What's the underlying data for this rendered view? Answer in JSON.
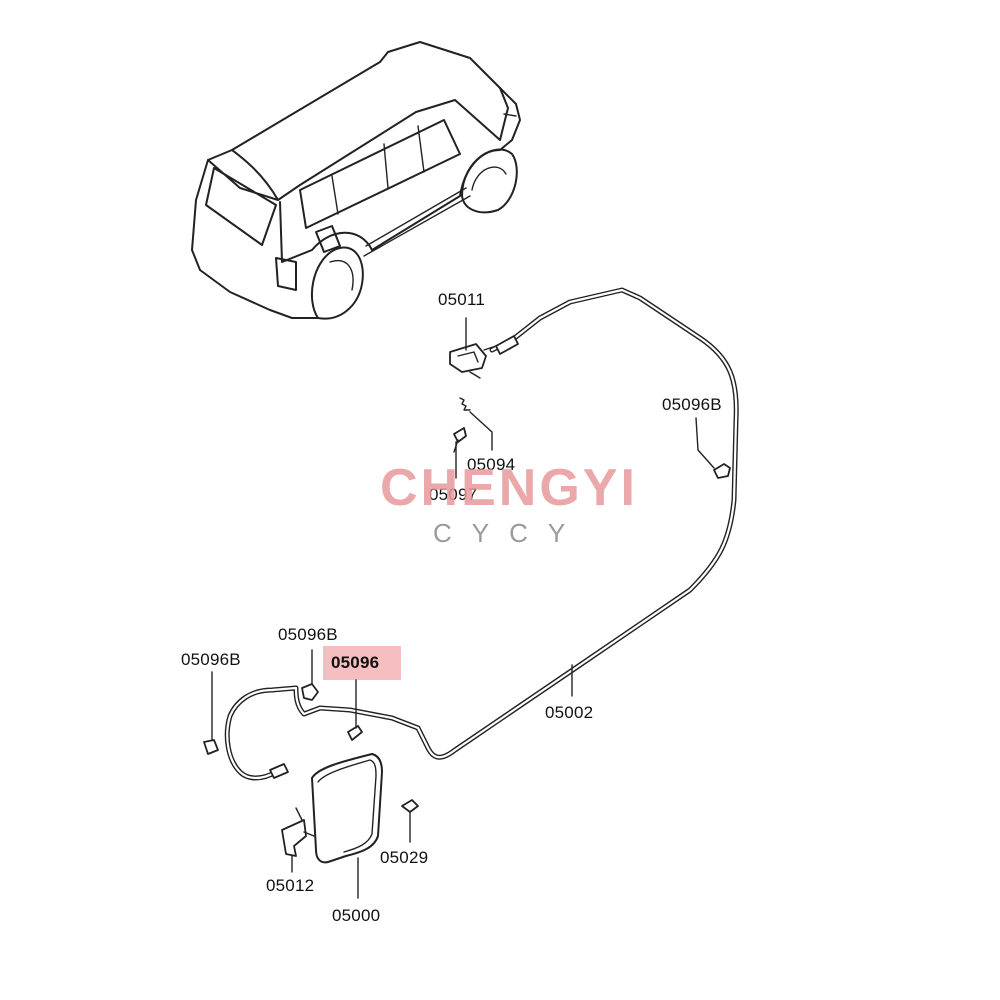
{
  "diagram": {
    "labels": {
      "p05011": "05011",
      "p05094": "05094",
      "p05097": "05097",
      "p05096B_right": "05096B",
      "p05096B_top": "05096B",
      "p05096B_left": "05096B",
      "p05096": "05096",
      "p05002": "05002",
      "p05029": "05029",
      "p05012": "05012",
      "p05000": "05000"
    },
    "highlighted_part": "05096",
    "highlight_color": "#f4b7b9"
  },
  "watermark": {
    "brand": "CHENGYI",
    "sub": "CYCY"
  }
}
